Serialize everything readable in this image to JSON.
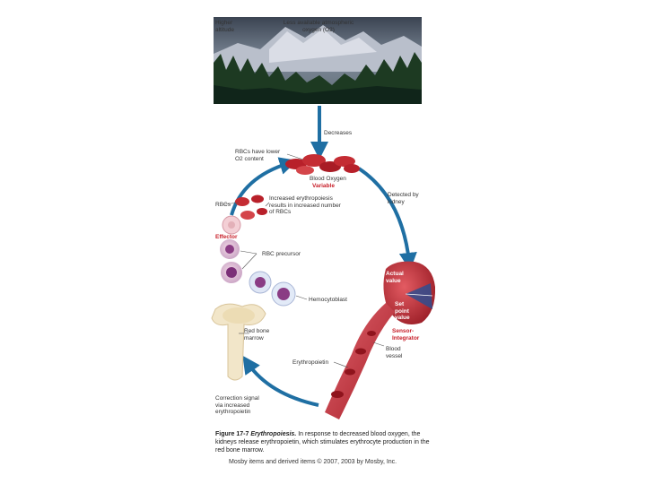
{
  "labels": {
    "higher_altitude": "Higher altitude",
    "less_oxygen": "Less available atmospheric oxygen (O2)",
    "decreases": "Decreases",
    "rbcs_low": "RBCs have lower O2 content",
    "blood_oxygen": "Blood Oxygen",
    "variable": "Variable",
    "detected_by_kidney": "Detected by kidney",
    "increased_erythropoiesis": "Increased erythropoiesis results in increased number of RBCs",
    "rbcs": "RBCs",
    "effector": "Effector",
    "rbc_precursor": "RBC precursor",
    "hemocytoblast": "Hemocytoblast",
    "actual_value": "Actual value",
    "set_point_value": "Set point value",
    "sensor_integrator": "Sensor-Integrator",
    "red_bone_marrow": "Red bone marrow",
    "blood_vessel": "Blood vessel",
    "erythropoietin": "Erythropoietin",
    "correction_signal": "Correction signal via increased erythropoietin"
  },
  "caption": {
    "figure_num": "Figure 17-7",
    "figure_title": "Erythropoiesis.",
    "text": "In response to decreased blood oxygen, the kidneys release erythropoietin, which stimulates erythrocyte production in the red bone marrow."
  },
  "credit": "Mosby items and derived items © 2007, 2003 by Mosby, Inc.",
  "colors": {
    "arrow": "#1f6fa3",
    "blood": "#b8202a",
    "red_label": "#c8202a",
    "forest": "#1d3a22",
    "sky": "#6c7b8a"
  }
}
